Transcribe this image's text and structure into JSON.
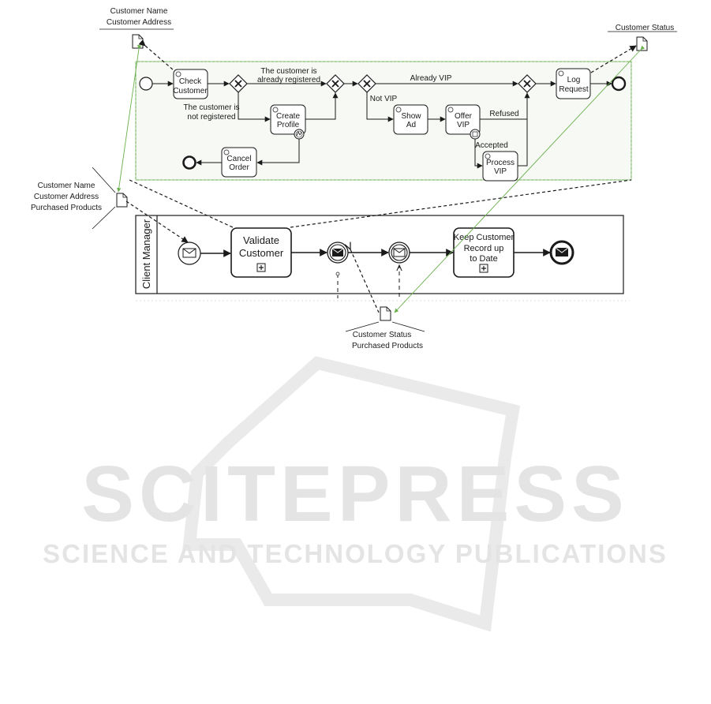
{
  "watermark": {
    "title": "SCITEPRESS",
    "subtitle": "SCIENCE AND TECHNOLOGY PUBLICATIONS"
  },
  "pool": {
    "lane_label": "Client Manager"
  },
  "top_process": {
    "tasks": {
      "check_customer": [
        "Check",
        "Customer"
      ],
      "create_profile": [
        "Create",
        "Profile"
      ],
      "cancel_order": [
        "Cancel",
        "Order"
      ],
      "show_ad": [
        "Show",
        "Ad"
      ],
      "offer_vip": [
        "Offer",
        "VIP"
      ],
      "process_vip": [
        "Process",
        "VIP"
      ],
      "log_request": [
        "Log",
        "Request"
      ]
    },
    "flow_labels": {
      "already_registered": [
        "The customer is",
        "already registered"
      ],
      "not_registered": [
        "The customer is",
        "not registered"
      ],
      "already_vip": "Already VIP",
      "not_vip": "Not VIP",
      "refused": "Refused",
      "accepted": "Accepted"
    }
  },
  "main_process": {
    "validate_customer": [
      "Validate",
      "Customer"
    ],
    "keep_record": [
      "Keep Customer",
      "Record up",
      "to Date"
    ]
  },
  "data_objects": {
    "top_left": [
      "Customer Name",
      "Customer Address"
    ],
    "top_right": [
      "Customer Status"
    ],
    "left": [
      "Customer Name",
      "Customer Address",
      "Purchased Products"
    ],
    "bottom": [
      "Customer Status",
      "Purchased Products"
    ]
  },
  "colors": {
    "association": "#6ab04c",
    "subprocess_bg": "#f7f9f5",
    "stroke": "#1a1a1a",
    "watermark": "#e2e2e2"
  }
}
